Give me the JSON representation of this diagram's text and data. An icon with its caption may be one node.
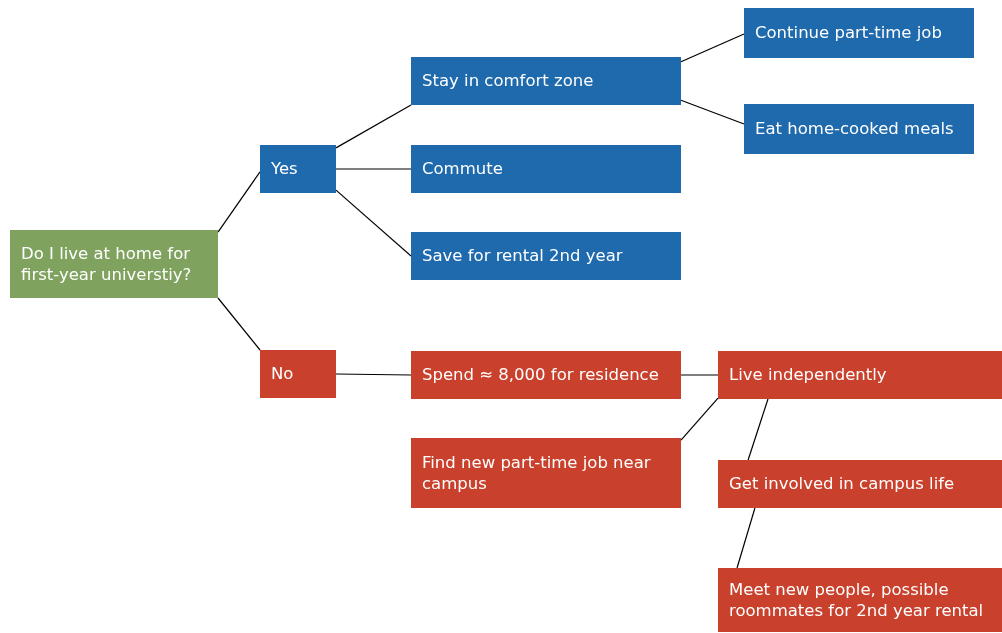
{
  "diagram": {
    "nodes": [
      {
        "text": [
          "Do I live at home for first-year universtiy?"
        ]
      },
      {
        "text": [
          "Yes"
        ]
      },
      {
        "text": [
          "Stay in comfort zone"
        ]
      },
      {
        "text": [
          "Continue part-time job"
        ]
      },
      {
        "text": [
          "Eat home-cooked meals"
        ]
      },
      {
        "text": [
          "Commute"
        ]
      },
      {
        "text": [
          "Save for rental 2nd year"
        ]
      },
      {
        "text": [
          "No"
        ]
      },
      {
        "text": [
          "Spend ≈ 8,000 for residence"
        ]
      },
      {
        "text": [
          "Live independently"
        ]
      },
      {
        "text": [
          "Find new part-time job near campus"
        ]
      },
      {
        "text": [
          "Get involved in campus life"
        ]
      },
      {
        "text": [
          "Meet new people, possible roommates for 2nd year rental"
        ]
      }
    ],
    "edges": [
      {
        "from": 0,
        "to": 1,
        "arrow": "none"
      },
      {
        "from": 0,
        "to": 7,
        "arrow": "none"
      },
      {
        "from": 1,
        "to": 2,
        "arrow": "none"
      },
      {
        "from": 2,
        "to": 3,
        "arrow": "none"
      },
      {
        "from": 2,
        "to": 4,
        "arrow": "none"
      },
      {
        "from": 1,
        "to": 5,
        "arrow": "none"
      },
      {
        "from": 1,
        "to": 6,
        "arrow": "none"
      },
      {
        "from": 7,
        "to": 8,
        "arrow": "none"
      },
      {
        "from": 8,
        "to": 9,
        "arrow": "none"
      },
      {
        "from": 9,
        "to": 10,
        "arrow": "none"
      },
      {
        "from": 9,
        "to": 11,
        "arrow": "none"
      },
      {
        "from": 11,
        "to": 12,
        "arrow": "none"
      }
    ]
  }
}
